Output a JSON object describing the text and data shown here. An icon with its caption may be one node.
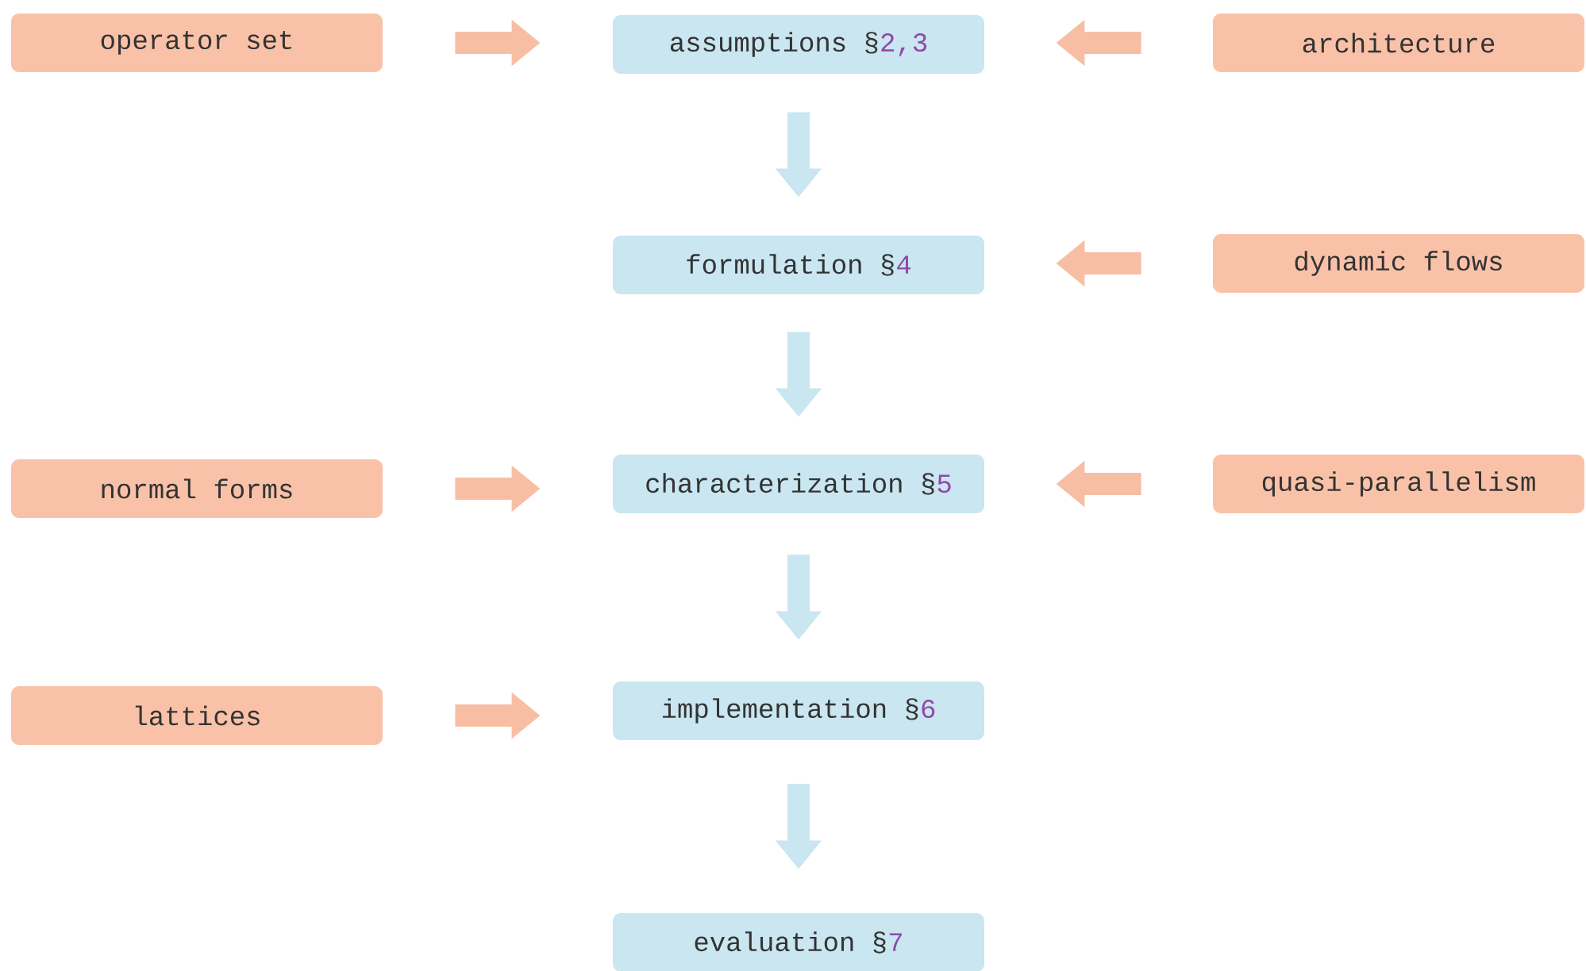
{
  "diagram": {
    "nodes": [
      {
        "text": [
          "operator set"
        ]
      },
      {
        "text": [
          "assumptions §",
          "2,3"
        ]
      },
      {
        "text": [
          "architecture"
        ]
      },
      {
        "text": [
          "formulation §",
          "4"
        ]
      },
      {
        "text": [
          "dynamic flows"
        ]
      },
      {
        "text": [
          "normal forms"
        ]
      },
      {
        "text": [
          "characterization §",
          "5"
        ]
      },
      {
        "text": [
          "quasi-parallelism"
        ]
      },
      {
        "text": [
          "lattices"
        ]
      },
      {
        "text": [
          "implementation §",
          "6"
        ]
      },
      {
        "text": [
          "evaluation §",
          "7"
        ]
      }
    ],
    "edges": [
      {
        "from": 0,
        "to": 1,
        "arrow": "to",
        "color": "#f8bea4"
      },
      {
        "from": 2,
        "to": 1,
        "arrow": "to",
        "color": "#f8bea4"
      },
      {
        "from": 1,
        "to": 3,
        "arrow": "to"
      },
      {
        "from": 4,
        "to": 3,
        "arrow": "to",
        "color": "#f8bea4"
      },
      {
        "from": 3,
        "to": 6,
        "arrow": "to"
      },
      {
        "from": 5,
        "to": 6,
        "arrow": "to",
        "color": "#f8bea4"
      },
      {
        "from": 7,
        "to": 6,
        "arrow": "to",
        "color": "#f8bea4"
      },
      {
        "from": 6,
        "to": 9,
        "arrow": "to"
      },
      {
        "from": 8,
        "to": 9,
        "arrow": "to",
        "color": "#f8bea4"
      },
      {
        "from": 9,
        "to": 10,
        "arrow": "to"
      }
    ]
  }
}
